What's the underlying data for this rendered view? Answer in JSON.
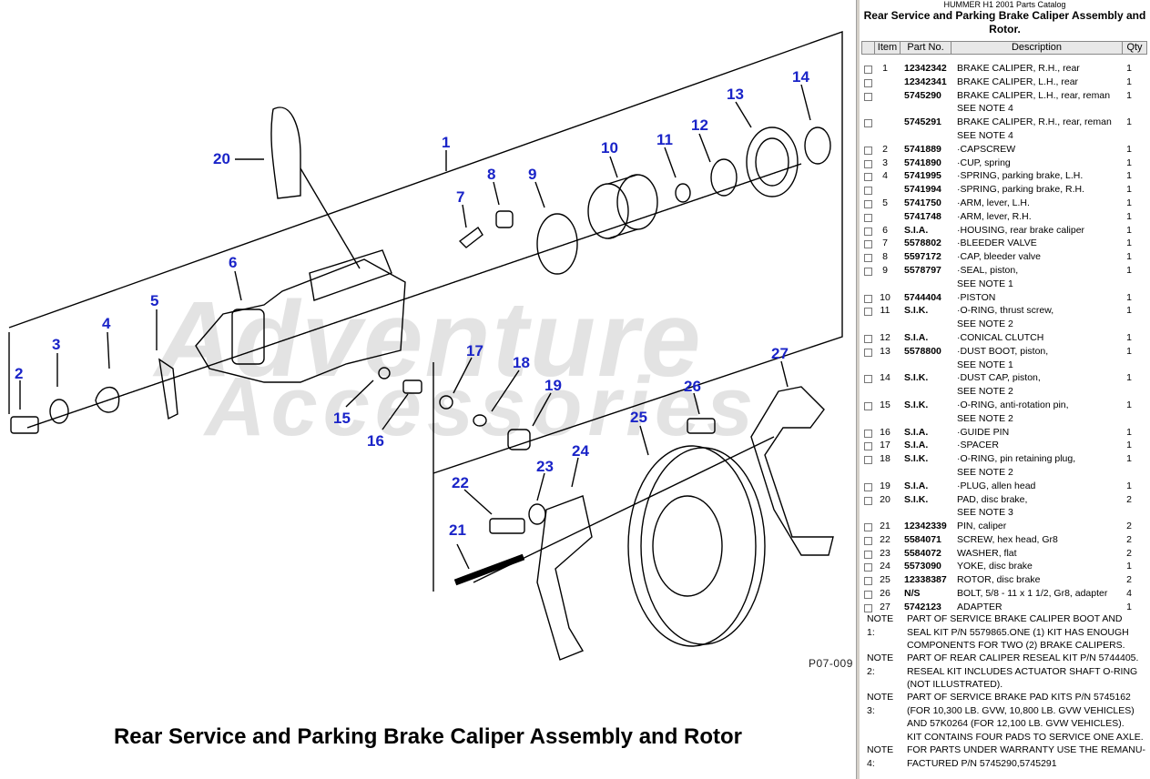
{
  "diagram": {
    "title": "Rear Service and Parking Brake Caliper Assembly and Rotor",
    "figure_code": "P07-009",
    "watermark_line1": "Adventure",
    "watermark_line2": "Accessories",
    "callouts": [
      "1",
      "2",
      "3",
      "4",
      "5",
      "6",
      "7",
      "8",
      "9",
      "10",
      "11",
      "12",
      "13",
      "14",
      "15",
      "16",
      "17",
      "18",
      "19",
      "20",
      "21",
      "22",
      "23",
      "24",
      "25",
      "26",
      "27"
    ]
  },
  "list": {
    "catalog_name": "HUMMER H1 2001 Parts Catalog",
    "section_title": "Rear Service and Parking Brake Caliper Assembly and Rotor.",
    "headers": {
      "item": "Item",
      "part": "Part No.",
      "desc": "Description",
      "qty": "Qty"
    },
    "rows": [
      {
        "item": "1",
        "part": "12342342",
        "desc": "BRAKE CALIPER, R.H., rear",
        "qty": "1",
        "cb": true
      },
      {
        "item": "",
        "part": "12342341",
        "desc": "BRAKE CALIPER, L.H., rear",
        "qty": "1",
        "cb": true
      },
      {
        "item": "",
        "part": "5745290",
        "desc": "BRAKE CALIPER, L.H., rear, reman",
        "qty": "1",
        "cb": true
      },
      {
        "item": "",
        "part": "",
        "desc": "SEE NOTE 4",
        "qty": "",
        "cb": false
      },
      {
        "item": "",
        "part": "5745291",
        "desc": "BRAKE CALIPER, R.H., rear, reman",
        "qty": "1",
        "cb": true
      },
      {
        "item": "",
        "part": "",
        "desc": "SEE NOTE 4",
        "qty": "",
        "cb": false
      },
      {
        "item": "2",
        "part": "5741889",
        "desc": "·CAPSCREW",
        "qty": "1",
        "cb": true
      },
      {
        "item": "3",
        "part": "5741890",
        "desc": "·CUP, spring",
        "qty": "1",
        "cb": true
      },
      {
        "item": "4",
        "part": "5741995",
        "desc": "·SPRING, parking brake, L.H.",
        "qty": "1",
        "cb": true
      },
      {
        "item": "",
        "part": "5741994",
        "desc": "·SPRING, parking brake, R.H.",
        "qty": "1",
        "cb": true
      },
      {
        "item": "5",
        "part": "5741750",
        "desc": "·ARM, lever, L.H.",
        "qty": "1",
        "cb": true
      },
      {
        "item": "",
        "part": "5741748",
        "desc": "·ARM, lever, R.H.",
        "qty": "1",
        "cb": true
      },
      {
        "item": "6",
        "part": "S.I.A.",
        "desc": "·HOUSING, rear brake caliper",
        "qty": "1",
        "cb": true
      },
      {
        "item": "7",
        "part": "5578802",
        "desc": "·BLEEDER VALVE",
        "qty": "1",
        "cb": true
      },
      {
        "item": "8",
        "part": "5597172",
        "desc": "·CAP, bleeder valve",
        "qty": "1",
        "cb": true
      },
      {
        "item": "9",
        "part": "5578797",
        "desc": "·SEAL, piston,",
        "qty": "1",
        "cb": true
      },
      {
        "item": "",
        "part": "",
        "desc": " SEE NOTE 1",
        "qty": "",
        "cb": false
      },
      {
        "item": "10",
        "part": "5744404",
        "desc": "·PISTON",
        "qty": "1",
        "cb": true
      },
      {
        "item": "11",
        "part": "S.I.K.",
        "desc": "·O-RING, thrust screw,",
        "qty": "1",
        "cb": true
      },
      {
        "item": "",
        "part": "",
        "desc": " SEE NOTE 2",
        "qty": "",
        "cb": false
      },
      {
        "item": "12",
        "part": "S.I.A.",
        "desc": "·CONICAL CLUTCH",
        "qty": "1",
        "cb": true
      },
      {
        "item": "13",
        "part": "5578800",
        "desc": "·DUST BOOT, piston,",
        "qty": "1",
        "cb": true
      },
      {
        "item": "",
        "part": "",
        "desc": "SEE NOTE 1",
        "qty": "",
        "cb": false
      },
      {
        "item": "14",
        "part": "S.I.K.",
        "desc": "·DUST CAP,  piston,",
        "qty": "1",
        "cb": true
      },
      {
        "item": "",
        "part": "",
        "desc": "SEE NOTE 2",
        "qty": "",
        "cb": false
      },
      {
        "item": "15",
        "part": "S.I.K.",
        "desc": "·O-RING, anti-rotation pin,",
        "qty": "1",
        "cb": true
      },
      {
        "item": "",
        "part": "",
        "desc": " SEE NOTE 2",
        "qty": "",
        "cb": false
      },
      {
        "item": "16",
        "part": "S.I.A.",
        "desc": "·GUIDE PIN",
        "qty": "1",
        "cb": true
      },
      {
        "item": "17",
        "part": "S.I.A.",
        "desc": "·SPACER",
        "qty": "1",
        "cb": true
      },
      {
        "item": "18",
        "part": "S.I.K.",
        "desc": "·O-RING, pin retaining plug,",
        "qty": "1",
        "cb": true
      },
      {
        "item": "",
        "part": "",
        "desc": "SEE NOTE 2",
        "qty": "",
        "cb": false
      },
      {
        "item": "19",
        "part": "S.I.A.",
        "desc": "·PLUG, allen head",
        "qty": "1",
        "cb": true
      },
      {
        "item": "20",
        "part": "S.I.K.",
        "desc": "PAD, disc brake,",
        "qty": "2",
        "cb": true
      },
      {
        "item": "",
        "part": "",
        "desc": " SEE NOTE 3",
        "qty": "",
        "cb": false
      },
      {
        "item": "21",
        "part": "12342339",
        "desc": "PIN, caliper",
        "qty": "2",
        "cb": true
      },
      {
        "item": "22",
        "part": "5584071",
        "desc": "SCREW, hex head, Gr8",
        "qty": "2",
        "cb": true
      },
      {
        "item": "23",
        "part": "5584072",
        "desc": "WASHER, flat",
        "qty": "2",
        "cb": true
      },
      {
        "item": "24",
        "part": "5573090",
        "desc": "YOKE, disc brake",
        "qty": "1",
        "cb": true
      },
      {
        "item": "25",
        "part": "12338387",
        "desc": "ROTOR, disc brake",
        "qty": "2",
        "cb": true
      },
      {
        "item": "26",
        "part": "N/S",
        "desc": "BOLT, 5/8 - 11 x 1  1/2, Gr8, adapter",
        "qty": "4",
        "cb": true
      },
      {
        "item": "27",
        "part": "5742123",
        "desc": "ADAPTER",
        "qty": "1",
        "cb": true
      }
    ],
    "notes": [
      {
        "label": "NOTE 1:",
        "lines": [
          "PART OF SERVICE BRAKE CALIPER BOOT AND",
          "SEAL KIT P/N 5579865.ONE (1) KIT HAS ENOUGH",
          "COMPONENTS FOR  TWO (2) BRAKE CALIPERS."
        ]
      },
      {
        "label": "NOTE 2:",
        "lines": [
          "PART OF REAR CALIPER RESEAL KIT P/N 5744405.",
          "RESEAL KIT INCLUDES ACTUATOR  SHAFT O-RING",
          "(NOT ILLUSTRATED)."
        ]
      },
      {
        "label": "NOTE 3:",
        "lines": [
          "PART OF SERVICE BRAKE PAD KITS  P/N 5745162",
          "(FOR 10,300 LB. GVW, 10,800 LB. GVW VEHICLES)",
          "AND 57K0264 (FOR 12,100 LB. GVW VEHICLES).",
          "KIT CONTAINS FOUR PADS TO SERVICE ONE AXLE."
        ]
      },
      {
        "label": "NOTE 4:",
        "lines": [
          "FOR PARTS UNDER WARRANTY USE THE REMANU-",
          "FACTURED P/N 5745290,5745291"
        ]
      }
    ]
  }
}
